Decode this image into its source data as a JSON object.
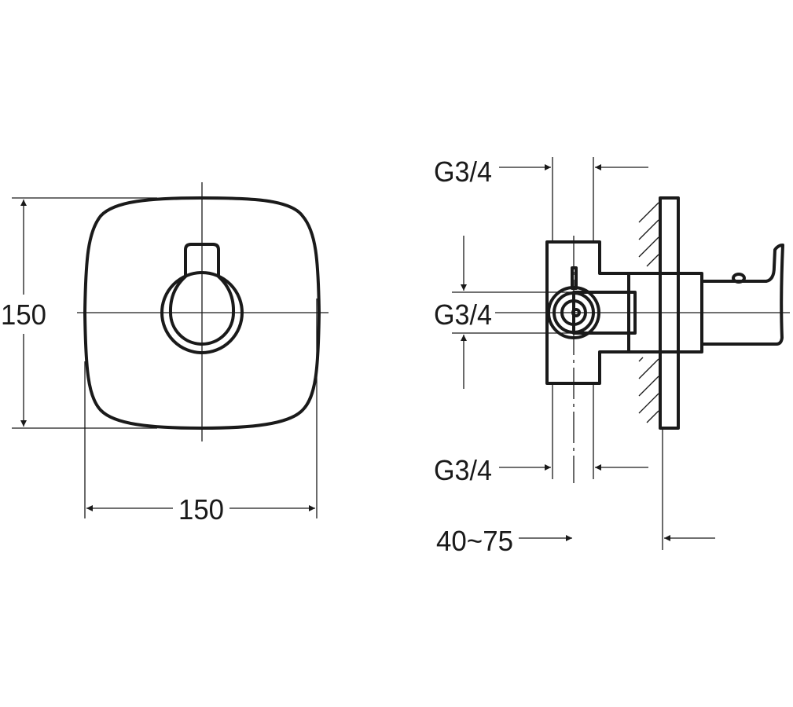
{
  "front_view": {
    "width_label": "150",
    "height_label": "150"
  },
  "side_view": {
    "top_connection_label": "G3/4",
    "middle_connection_label": "G3/4",
    "bottom_connection_label": "G3/4",
    "wall_depth_label": "40~75"
  },
  "colors": {
    "line": "#1a1a1a",
    "background": "#ffffff"
  }
}
